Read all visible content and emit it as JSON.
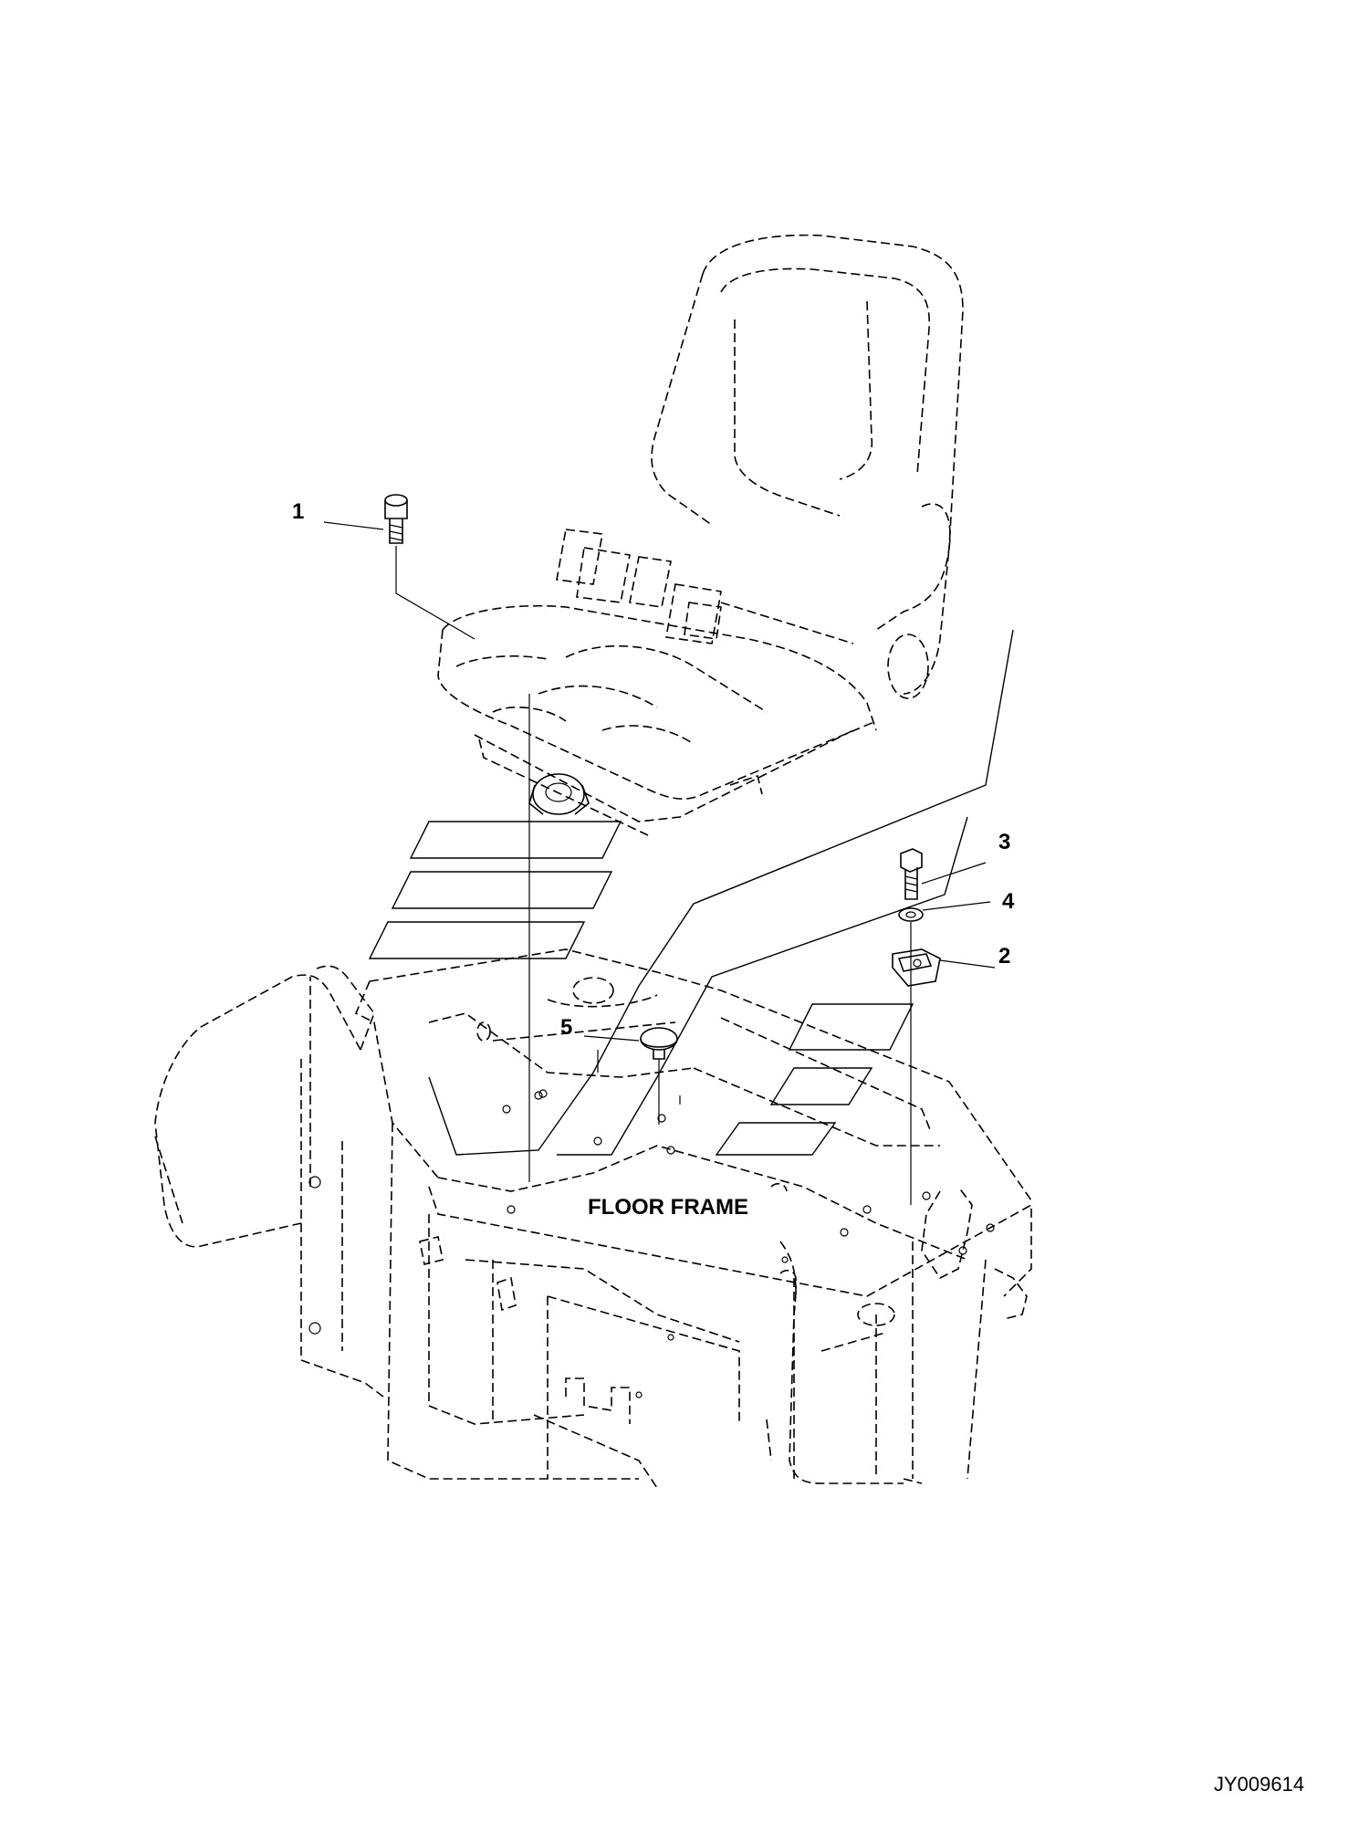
{
  "drawing": {
    "code": "JY009614",
    "frame_label": "FLOOR FRAME",
    "callouts": [
      {
        "num": "1",
        "part": "seat-bolt"
      },
      {
        "num": "2",
        "part": "bracket"
      },
      {
        "num": "3",
        "part": "bracket-bolt"
      },
      {
        "num": "4",
        "part": "washer"
      },
      {
        "num": "5",
        "part": "rubber-stopper"
      }
    ]
  },
  "colors": {
    "line": "#000000",
    "background": "#ffffff"
  }
}
